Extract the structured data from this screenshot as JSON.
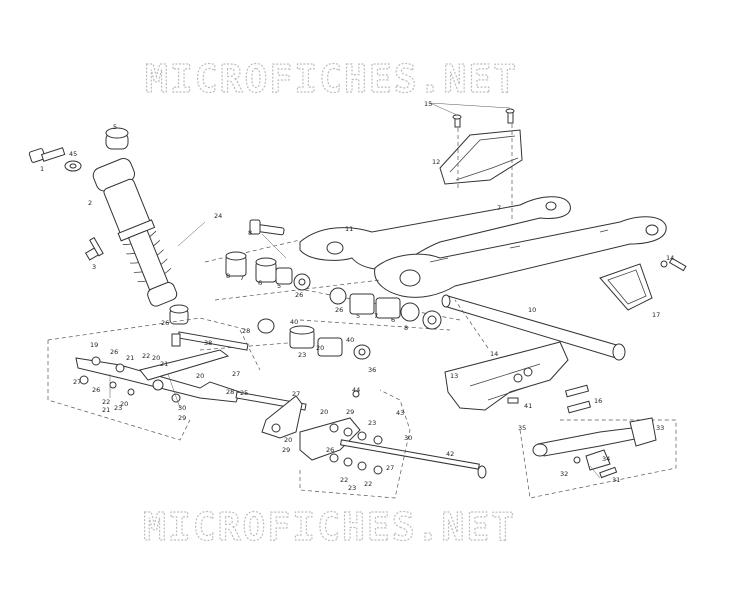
{
  "watermark": {
    "top": "MICROFICHES.NET",
    "bottom": "MICROFICHES.NET"
  },
  "callouts": {
    "c1": "1",
    "c2": "2",
    "c3": "3",
    "c5": "5",
    "c6": "6",
    "c7": "7",
    "c8": "8",
    "c10": "10",
    "c11": "11",
    "c12": "12",
    "c13": "13",
    "c14": "14",
    "c15": "15",
    "c16": "16",
    "c17": "17",
    "c18": "18",
    "c19": "19",
    "c20": "20",
    "c21": "21",
    "c22": "22",
    "c23": "23",
    "c24": "24",
    "c25": "25",
    "c26": "26",
    "c27": "27",
    "c28": "28",
    "c29": "29",
    "c30": "30",
    "c31": "31",
    "c32": "32",
    "c33": "33",
    "c34": "34",
    "c35": "35",
    "c36": "36",
    "c38": "38",
    "c40": "40",
    "c41": "41",
    "c42": "42",
    "c43": "43",
    "c44": "44",
    "c45": "45"
  }
}
